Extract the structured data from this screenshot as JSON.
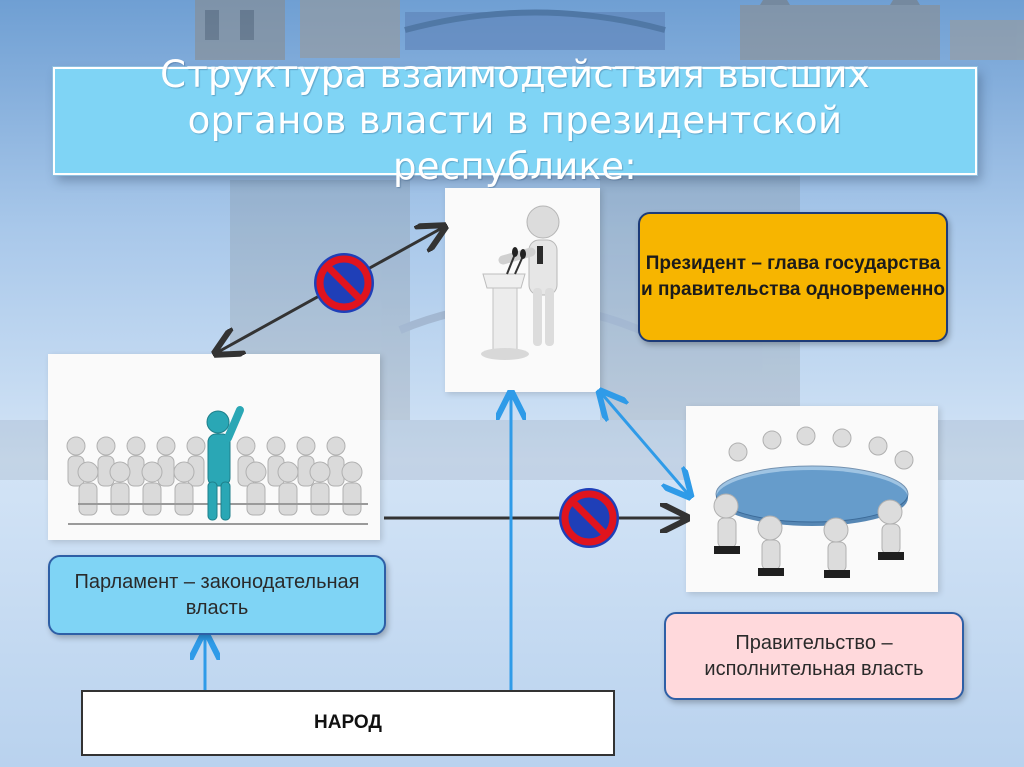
{
  "title": "Структура взаимодействия высших органов власти в президентской республике:",
  "boxes": {
    "president": "Президент – глава государства и правительства одновременно",
    "parliament": "Парламент – законодательная власть",
    "government": "Правительство – исполнительная власть",
    "people": "НАРОД"
  },
  "colors": {
    "title_fill": "#7fd4f5",
    "president_fill": "#f7b500",
    "parliament_fill": "#7fd4f5",
    "government_fill": "#ffd9dc",
    "arrow_blue": "#2f9be8",
    "arrow_dark": "#333333",
    "prohibit_red": "#e0141e",
    "prohibit_blue": "#1f3fb8"
  },
  "icons": [
    "speaker-at-podium-illustration",
    "crowd-with-leader-illustration",
    "round-table-meeting-illustration",
    "prohibited-icon"
  ]
}
